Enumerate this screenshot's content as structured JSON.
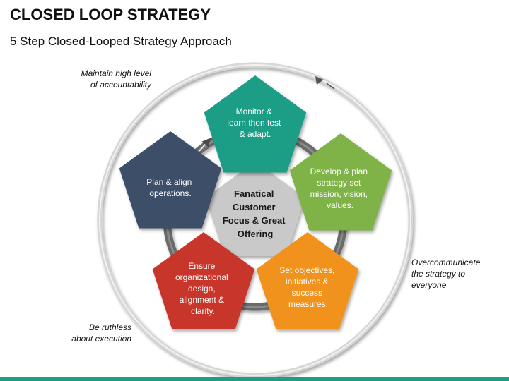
{
  "header": {
    "title": "CLOSED LOOP STRATEGY",
    "subtitle": "5 Step Closed-Looped Strategy Approach"
  },
  "notes": {
    "top_left": "Maintain high level\nof accountability",
    "right": "Overcommunicate\nthe strategy to\neveryone",
    "bottom_left": "Be ruthless\nabout execution"
  },
  "center": {
    "lines": [
      "Fanatical",
      "Customer",
      "Focus & Great",
      "Offering"
    ],
    "color": "#c9c9c9"
  },
  "steps": [
    {
      "id": "monitor",
      "lines": [
        "Monitor &",
        "learn then test",
        "& adapt."
      ],
      "color": "#1e9e86"
    },
    {
      "id": "develop",
      "lines": [
        "Develop & plan",
        "strategy set",
        "mission, vision,",
        "values."
      ],
      "color": "#7fb347"
    },
    {
      "id": "objectives",
      "lines": [
        "Set objectives,",
        "initiatives &",
        "success",
        "measures."
      ],
      "color": "#f0921a"
    },
    {
      "id": "organize",
      "lines": [
        "Ensure",
        "organizational",
        "design,",
        "alignment &",
        "clarity."
      ],
      "color": "#c8352b"
    },
    {
      "id": "align",
      "lines": [
        "Plan & align",
        "operations."
      ],
      "color": "#3e5068"
    }
  ],
  "colors": {
    "outer_ring": "#d6d6d6",
    "inner_ring": "#6b6b6b",
    "bottom_bar": "#1e9e86"
  }
}
